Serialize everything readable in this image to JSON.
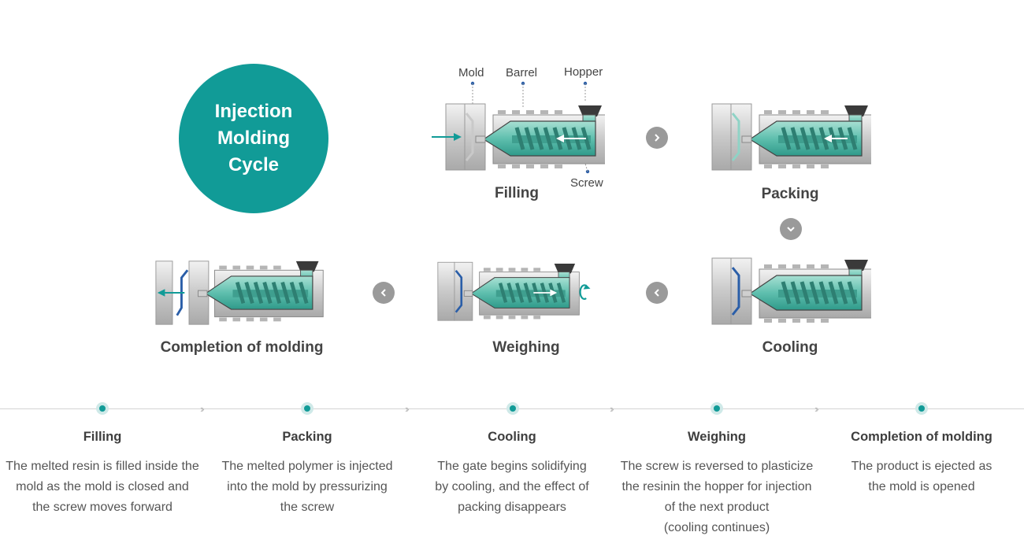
{
  "title": {
    "lines": [
      "Injection",
      "Molding",
      "Cycle"
    ]
  },
  "callouts": {
    "mold": "Mold",
    "barrel": "Barrel",
    "hopper": "Hopper",
    "screw": "Screw"
  },
  "stages": [
    {
      "label": "Filling"
    },
    {
      "label": "Packing"
    },
    {
      "label": "Cooling"
    },
    {
      "label": "Weighing"
    },
    {
      "label": "Completion of molding"
    }
  ],
  "steps": [
    {
      "title": "Filling",
      "desc": [
        "The melted resin is filled inside the",
        "mold as the mold is closed and",
        "the screw moves forward"
      ]
    },
    {
      "title": "Packing",
      "desc": [
        "The melted polymer is injected",
        "into the mold by pressurizing",
        "the screw"
      ]
    },
    {
      "title": "Cooling",
      "desc": [
        "The gate begins solidifying",
        "by cooling, and the effect of",
        "packing disappears"
      ]
    },
    {
      "title": "Weighing",
      "desc": [
        "The screw is reversed to plasticize",
        "the resinin the hopper for injection",
        "of the next product",
        "(cooling continues)"
      ]
    },
    {
      "title": "Completion of molding",
      "desc": [
        "The product is ejected as",
        "the mold is opened"
      ]
    }
  ],
  "colors": {
    "teal": "#119b97",
    "mint": "#8fd3c6",
    "blue_part": "#2a5ea8",
    "gray_button": "#9a9a9a"
  }
}
